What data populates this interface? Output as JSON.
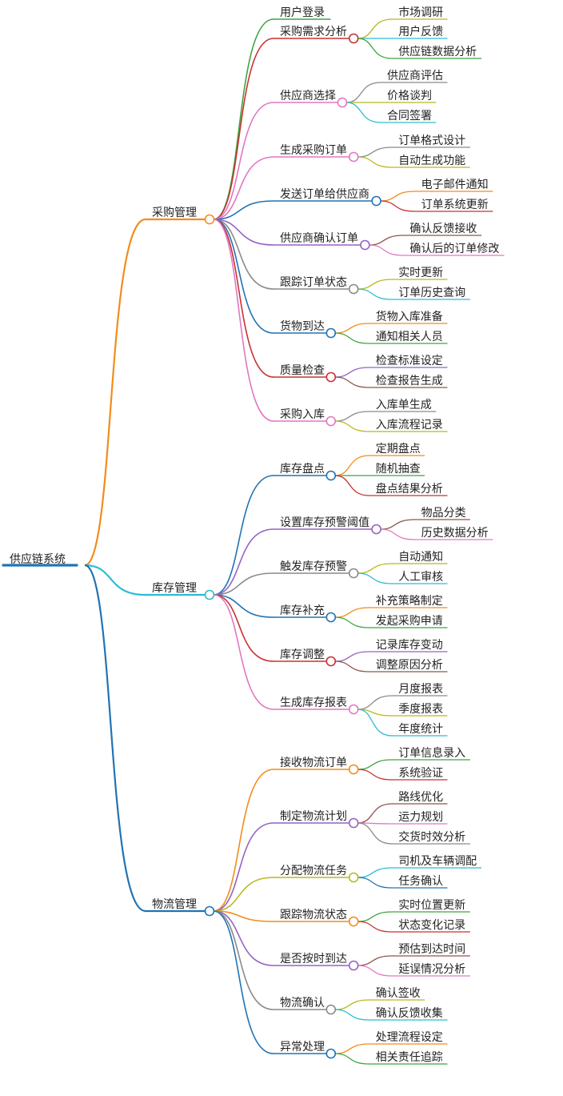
{
  "mindmap": {
    "root": "供应链系统",
    "branches": [
      {
        "label": "采购管理",
        "color": "#f28c1c",
        "children": [
          {
            "label": "用户登录",
            "color": "#3fa540",
            "children": []
          },
          {
            "label": "采购需求分析",
            "color": "#c83232",
            "children": [
              {
                "label": "市场调研",
                "color": "#b8b822"
              },
              {
                "label": "用户反馈",
                "color": "#2bbcd3"
              },
              {
                "label": "供应链数据分析",
                "color": "#3fa540"
              }
            ]
          },
          {
            "label": "供应商选择",
            "color": "#e277c3",
            "children": [
              {
                "label": "供应商评估",
                "color": "#8a8a8a"
              },
              {
                "label": "价格谈判",
                "color": "#b8b822"
              },
              {
                "label": "合同签署",
                "color": "#2bbcd3"
              }
            ]
          },
          {
            "label": "生成采购订单",
            "color": "#e277c3",
            "children": [
              {
                "label": "订单格式设计",
                "color": "#8a8a8a"
              },
              {
                "label": "自动生成功能",
                "color": "#b8b822"
              }
            ]
          },
          {
            "label": "发送订单给供应商",
            "color": "#2173b4",
            "children": [
              {
                "label": "电子邮件通知",
                "color": "#f28c1c"
              },
              {
                "label": "订单系统更新",
                "color": "#c83232"
              }
            ]
          },
          {
            "label": "供应商确认订单",
            "color": "#9563c2",
            "children": [
              {
                "label": "确认反馈接收",
                "color": "#8c564b"
              },
              {
                "label": "确认后的订单修改",
                "color": "#e277c3"
              }
            ]
          },
          {
            "label": "跟踪订单状态",
            "color": "#8a8a8a",
            "children": [
              {
                "label": "实时更新",
                "color": "#b8b822"
              },
              {
                "label": "订单历史查询",
                "color": "#2bbcd3"
              }
            ]
          },
          {
            "label": "货物到达",
            "color": "#2173b4",
            "children": [
              {
                "label": "货物入库准备",
                "color": "#f28c1c"
              },
              {
                "label": "通知相关人员",
                "color": "#3fa540"
              }
            ]
          },
          {
            "label": "质量检查",
            "color": "#c83232",
            "children": [
              {
                "label": "检查标准设定",
                "color": "#9563c2"
              },
              {
                "label": "检查报告生成",
                "color": "#8c564b"
              }
            ]
          },
          {
            "label": "采购入库",
            "color": "#e277c3",
            "children": [
              {
                "label": "入库单生成",
                "color": "#8a8a8a"
              },
              {
                "label": "入库流程记录",
                "color": "#b8b822"
              }
            ]
          }
        ]
      },
      {
        "label": "库存管理",
        "color": "#2bbcd3",
        "children": [
          {
            "label": "库存盘点",
            "color": "#2173b4",
            "children": [
              {
                "label": "定期盘点",
                "color": "#f28c1c"
              },
              {
                "label": "随机抽查",
                "color": "#3fa540"
              },
              {
                "label": "盘点结果分析",
                "color": "#c83232"
              }
            ]
          },
          {
            "label": "设置库存预警阈值",
            "color": "#9563c2",
            "children": [
              {
                "label": "物品分类",
                "color": "#8c564b"
              },
              {
                "label": "历史数据分析",
                "color": "#e277c3"
              }
            ]
          },
          {
            "label": "触发库存预警",
            "color": "#8a8a8a",
            "children": [
              {
                "label": "自动通知",
                "color": "#b8b822"
              },
              {
                "label": "人工审核",
                "color": "#2bbcd3"
              }
            ]
          },
          {
            "label": "库存补充",
            "color": "#2173b4",
            "children": [
              {
                "label": "补充策略制定",
                "color": "#f28c1c"
              },
              {
                "label": "发起采购申请",
                "color": "#3fa540"
              }
            ]
          },
          {
            "label": "库存调整",
            "color": "#c83232",
            "children": [
              {
                "label": "记录库存变动",
                "color": "#9563c2"
              },
              {
                "label": "调整原因分析",
                "color": "#8c564b"
              }
            ]
          },
          {
            "label": "生成库存报表",
            "color": "#e277c3",
            "children": [
              {
                "label": "月度报表",
                "color": "#8a8a8a"
              },
              {
                "label": "季度报表",
                "color": "#b8b822"
              },
              {
                "label": "年度统计",
                "color": "#2bbcd3"
              }
            ]
          }
        ]
      },
      {
        "label": "物流管理",
        "color": "#2173b4",
        "children": [
          {
            "label": "接收物流订单",
            "color": "#f28c1c",
            "children": [
              {
                "label": "订单信息录入",
                "color": "#3fa540"
              },
              {
                "label": "系统验证",
                "color": "#c83232"
              }
            ]
          },
          {
            "label": "制定物流计划",
            "color": "#9563c2",
            "children": [
              {
                "label": "路线优化",
                "color": "#8c564b"
              },
              {
                "label": "运力规划",
                "color": "#e277c3"
              },
              {
                "label": "交货时效分析",
                "color": "#8a8a8a"
              }
            ]
          },
          {
            "label": "分配物流任务",
            "color": "#b8b822",
            "children": [
              {
                "label": "司机及车辆调配",
                "color": "#2bbcd3"
              },
              {
                "label": "任务确认",
                "color": "#2173b4"
              }
            ]
          },
          {
            "label": "跟踪物流状态",
            "color": "#f28c1c",
            "children": [
              {
                "label": "实时位置更新",
                "color": "#3fa540"
              },
              {
                "label": "状态变化记录",
                "color": "#c83232"
              }
            ]
          },
          {
            "label": "是否按时到达",
            "color": "#9563c2",
            "children": [
              {
                "label": "预估到达时间",
                "color": "#8c564b"
              },
              {
                "label": "延误情况分析",
                "color": "#e277c3"
              }
            ]
          },
          {
            "label": "物流确认",
            "color": "#8a8a8a",
            "children": [
              {
                "label": "确认签收",
                "color": "#b8b822"
              },
              {
                "label": "确认反馈收集",
                "color": "#2bbcd3"
              }
            ]
          },
          {
            "label": "异常处理",
            "color": "#2173b4",
            "children": [
              {
                "label": "处理流程设定",
                "color": "#f28c1c"
              },
              {
                "label": "相关责任追踪",
                "color": "#3fa540"
              }
            ]
          }
        ]
      }
    ]
  }
}
